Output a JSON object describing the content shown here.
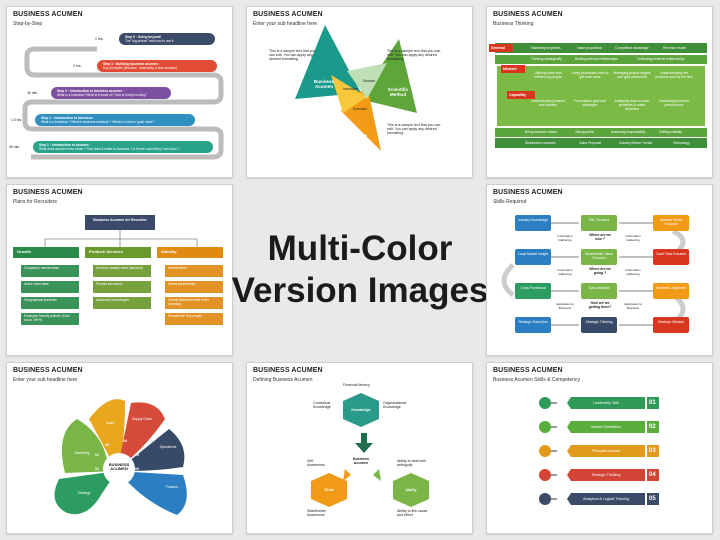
{
  "center": {
    "line1": "Multi-Color",
    "line2": "Version Images"
  },
  "s1": {
    "title": "BUSINESS ACUMEN",
    "subtitle": "Step-by-Step",
    "steps": [
      {
        "time": "1 hrs.",
        "t": "Step 5 : Going beyond!",
        "d": "The\" big picture\" and how to use it",
        "color": "#3c4c68"
      },
      {
        "time": "2 hrs.",
        "t": "Step 4 : Building business acumen :",
        "d": "Key principles (financial , leadership & tech acumen)",
        "color": "#e24b34"
      },
      {
        "time": "45 min.",
        "t": "Step 3 : Introduction to business acumen :",
        "d": "What is a business? What is it made of? How is it kept running?",
        "color": "#7d4fa0"
      },
      {
        "time": "1.5 hrs.",
        "t": "Step 2 : Introduction to business:",
        "d": "What is a business ? What is business structure ? What is a vision / goal/ value?",
        "color": "#2f8fc0"
      },
      {
        "time": "45 min.",
        "t": "Step 1 : Introduction to acumen :",
        "d": "What does acumen even mean ? How does it relate to business ? is it even something I can learn ?",
        "color": "#28a38a"
      }
    ]
  },
  "s2": {
    "title": "BUSINESS ACUMEN",
    "subtitle": "Enter your sub headline here",
    "labels": {
      "a": "Business Acumen",
      "b": "Scientific Method",
      "c": "Creative Thinking",
      "i1": "Innovation",
      "i2": "Decision",
      "i3": "Execution"
    },
    "sample": "This is a sample text that you can edit. You can apply any desired formatting."
  },
  "s3": {
    "title": "BUSINESS ACUMEN",
    "subtitle": "Business Thinking",
    "row_labels": [
      "External",
      "Mindset",
      "Capability"
    ],
    "top": [
      "Marketing segments",
      "Value proposition",
      "Competitive advantage",
      "Revenue model"
    ],
    "top2": [
      "Thinking strategically",
      "Building internal relationships",
      "Cultivating external relationships"
    ],
    "cells": [
      "Utilizing team and influencing people",
      "Using processes used to get work done",
      "Managing project targets and goal attainment",
      "Understanding the products sold by the firm",
      "Understanding finance and industry",
      "Formulation goal and strategies",
      "Analyzing data to solve problems & make decisions",
      "Assessing business performance"
    ],
    "bottom": [
      "Being outcome driven",
      "Taking action",
      "Assuming responsibility",
      "Getting visibility"
    ],
    "bottom2": [
      "Distribution channels",
      "Value Proposal",
      "Industry/Sector Trends",
      "Technology"
    ]
  },
  "s4": {
    "title": "BUSINESS ACUMEN",
    "subtitle": "Plans for Recruiters",
    "root": "Business Acumen for Recruiter",
    "cols": [
      {
        "head": "Growth",
        "color": "#2a8a4a",
        "items": [
          "Company's market share",
          "Active client base",
          "Geographical presence",
          "Employee friendly policies (Total hours, WFH)"
        ]
      },
      {
        "head": "Product/ Services",
        "color": "#6b9a2c",
        "items": [
          "Services Variety/ client (demand)",
          "Product innovation",
          "Advanced technologies"
        ]
      },
      {
        "head": "Stability",
        "color": "#e08a14",
        "items": [
          "Infrastructure",
          "Global partnerships",
          "Overall financial health of the company",
          "Promotions/ Key people"
        ]
      }
    ]
  },
  "s5": {
    "title": "BUSINESS ACUMEN",
    "subtitle": "Skills Required",
    "nodes": [
      "Industry Knowledge",
      "P&L Focused",
      "Balance Sheet Focused",
      "Local Market Insight",
      "Shareholder Value Focused",
      "Cash Flow Focused",
      "Cross Functional",
      "Data Analysis",
      "Business Judgment",
      "Strategic Execution",
      "Strategic Thinking",
      "Strategic Mindset"
    ],
    "q": [
      "Where are we now ?",
      "Where are we going ?",
      "How are we getting there?"
    ],
    "g": [
      "Information Gathering",
      "Information Gathering",
      "Information Gathering",
      "Information Gathering",
      "Application to Business",
      "Application to Business"
    ]
  },
  "s6": {
    "title": "BUSINESS ACUMEN",
    "subtitle": "Enter your sub headline here",
    "center": "BUSINESS ACUMEN",
    "petals": [
      {
        "label": "Strategy",
        "num": "01",
        "color": "#2d9c61"
      },
      {
        "label": "Marketing",
        "num": "02",
        "color": "#7ab547"
      },
      {
        "label": "Sales",
        "num": "03",
        "color": "#e8a71e"
      },
      {
        "label": "Supply Chain",
        "num": "04",
        "color": "#d64a3a"
      },
      {
        "label": "Operations",
        "num": "05",
        "color": "#374a68"
      },
      {
        "label": "Finance",
        "num": "06",
        "color": "#2a7ec1"
      }
    ]
  },
  "s7": {
    "title": "BUSINESS ACUMEN",
    "subtitle": "Defining Business Acumen",
    "labels": [
      "Financial literacy",
      "Contextual Knowledge",
      "Organisational Knowledge",
      "Knowledge",
      "Business Acumen",
      "Self Awareness",
      "Skills",
      "Stakeholder Awareness",
      "Ability to deal with ambiguity",
      "Ability",
      "Ability to link cause and effect"
    ]
  },
  "s8": {
    "title": "BUSINESS ACUMEN",
    "subtitle": "Business Acumen Skills & Competency",
    "rows": [
      {
        "label": "Leadership Skill",
        "num": "01",
        "color": "#2f9a57"
      },
      {
        "label": "Market Orientation",
        "num": "02",
        "color": "#58ad3d"
      },
      {
        "label": "Financial Acumen",
        "num": "03",
        "color": "#e29a1c"
      },
      {
        "label": "Strategic Thinking",
        "num": "04",
        "color": "#d34436"
      },
      {
        "label": "Analytical & Logical Thinking",
        "num": "05",
        "color": "#3b4a66"
      }
    ]
  }
}
